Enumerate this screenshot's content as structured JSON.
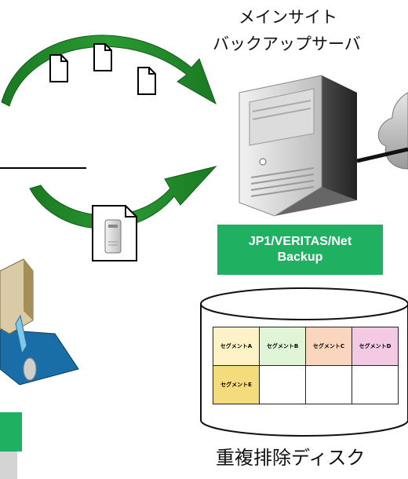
{
  "server": {
    "title_line1": "メインサイト",
    "title_line2": "バックアップサーバ"
  },
  "software_label": {
    "line1": "JP1/VERITAS/Net",
    "line2": "Backup",
    "color": "#1fb061"
  },
  "storage": {
    "label": "重複排除ディスク"
  },
  "segments": {
    "rows": [
      [
        {
          "label": "セグメントA",
          "color": "#fff2c6"
        },
        {
          "label": "セグメントB",
          "color": "#e0f4d6"
        },
        {
          "label": "セグメントC",
          "color": "#fbd6bf"
        },
        {
          "label": "セグメントD",
          "color": "#f4c9e4"
        }
      ],
      [
        {
          "label": "セグメントE",
          "color": "#f4dc7c"
        },
        {
          "label": "",
          "color": "#ffffff"
        },
        {
          "label": "",
          "color": "#ffffff"
        },
        {
          "label": "",
          "color": "#ffffff"
        }
      ]
    ]
  },
  "icons": [
    "document-icon",
    "server-document-icon",
    "server-tower-icon",
    "cloud-icon",
    "disk-cylinder-icon",
    "laptop-icon"
  ]
}
